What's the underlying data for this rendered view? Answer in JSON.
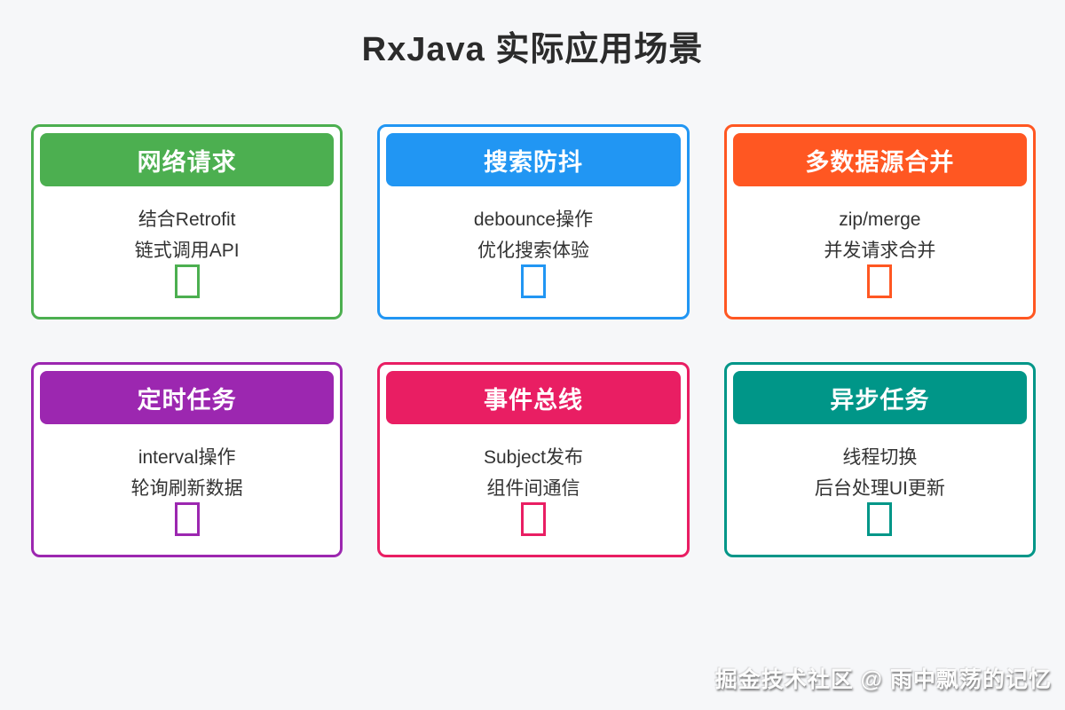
{
  "page": {
    "title": "RxJava 实际应用场景",
    "background": "#f6f7f9",
    "watermark": "掘金技术社区 @ 雨中飘荡的记忆",
    "title_color": "#2b2b2b",
    "body_text_color": "#333333"
  },
  "cards": [
    {
      "title": "网络请求",
      "color": "#4caf50",
      "lines": [
        "结合Retrofit",
        "链式调用API"
      ],
      "icon": "missing-emoji-box"
    },
    {
      "title": "搜索防抖",
      "color": "#2196f3",
      "lines": [
        "debounce操作",
        "优化搜索体验"
      ],
      "icon": "missing-emoji-box"
    },
    {
      "title": "多数据源合并",
      "color": "#ff5722",
      "lines": [
        "zip/merge",
        "并发请求合并"
      ],
      "icon": "missing-emoji-box"
    },
    {
      "title": "定时任务",
      "color": "#9c27b0",
      "lines": [
        "interval操作",
        "轮询刷新数据"
      ],
      "icon": "missing-emoji-box"
    },
    {
      "title": "事件总线",
      "color": "#e91e63",
      "lines": [
        "Subject发布",
        "组件间通信"
      ],
      "icon": "missing-emoji-box"
    },
    {
      "title": "异步任务",
      "color": "#009688",
      "lines": [
        "线程切换",
        "后台处理UI更新"
      ],
      "icon": "missing-emoji-box"
    }
  ]
}
